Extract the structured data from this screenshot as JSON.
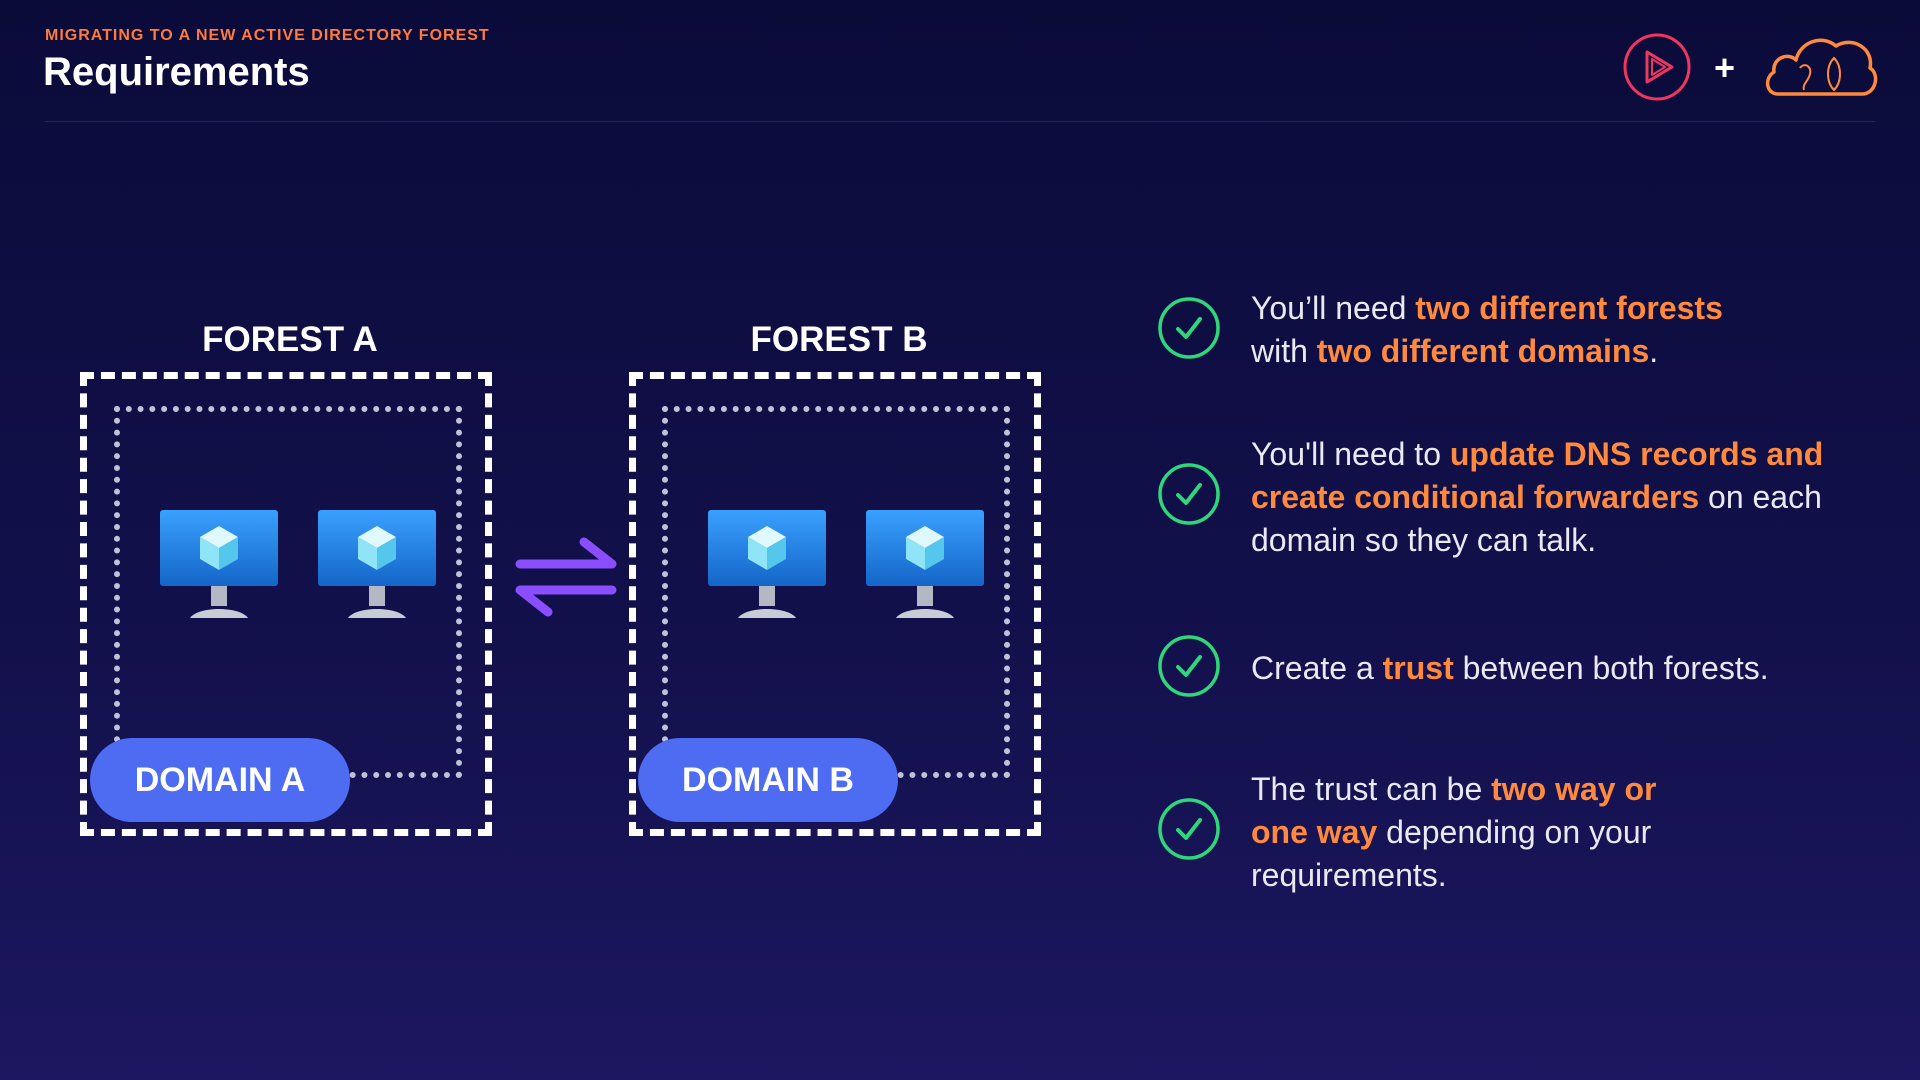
{
  "header": {
    "eyebrow": "MIGRATING TO A NEW ACTIVE DIRECTORY FOREST",
    "title": "Requirements",
    "plus": "+"
  },
  "diagram": {
    "forest_a": {
      "label": "FOREST A",
      "domain_label": "DOMAIN A"
    },
    "forest_b": {
      "label": "FOREST B",
      "domain_label": "DOMAIN B"
    },
    "icons": {
      "computer": "desktop-computer-icon",
      "swap": "swap-arrows-icon"
    }
  },
  "requirements": [
    {
      "pre": "You’ll need ",
      "hl1": "two different forests",
      "mid": " with ",
      "hl2": "two different domains",
      "post": "."
    },
    {
      "pre": "You'll need to ",
      "hl1": "update DNS records and create conditional forwarders",
      "post": " on each domain so they can talk."
    },
    {
      "pre": "Create a ",
      "hl1": "trust",
      "post": " between both forests."
    },
    {
      "pre": "The trust can be ",
      "hl1": "two way or one way",
      "post": " depending on your requirements."
    }
  ],
  "colors": {
    "accent_orange": "#ff8a3d",
    "check_green": "#2fd67a",
    "domain_blue": "#4d6cf2",
    "arrow_purple": "#8a4dff",
    "background": "#0b0b3a"
  }
}
